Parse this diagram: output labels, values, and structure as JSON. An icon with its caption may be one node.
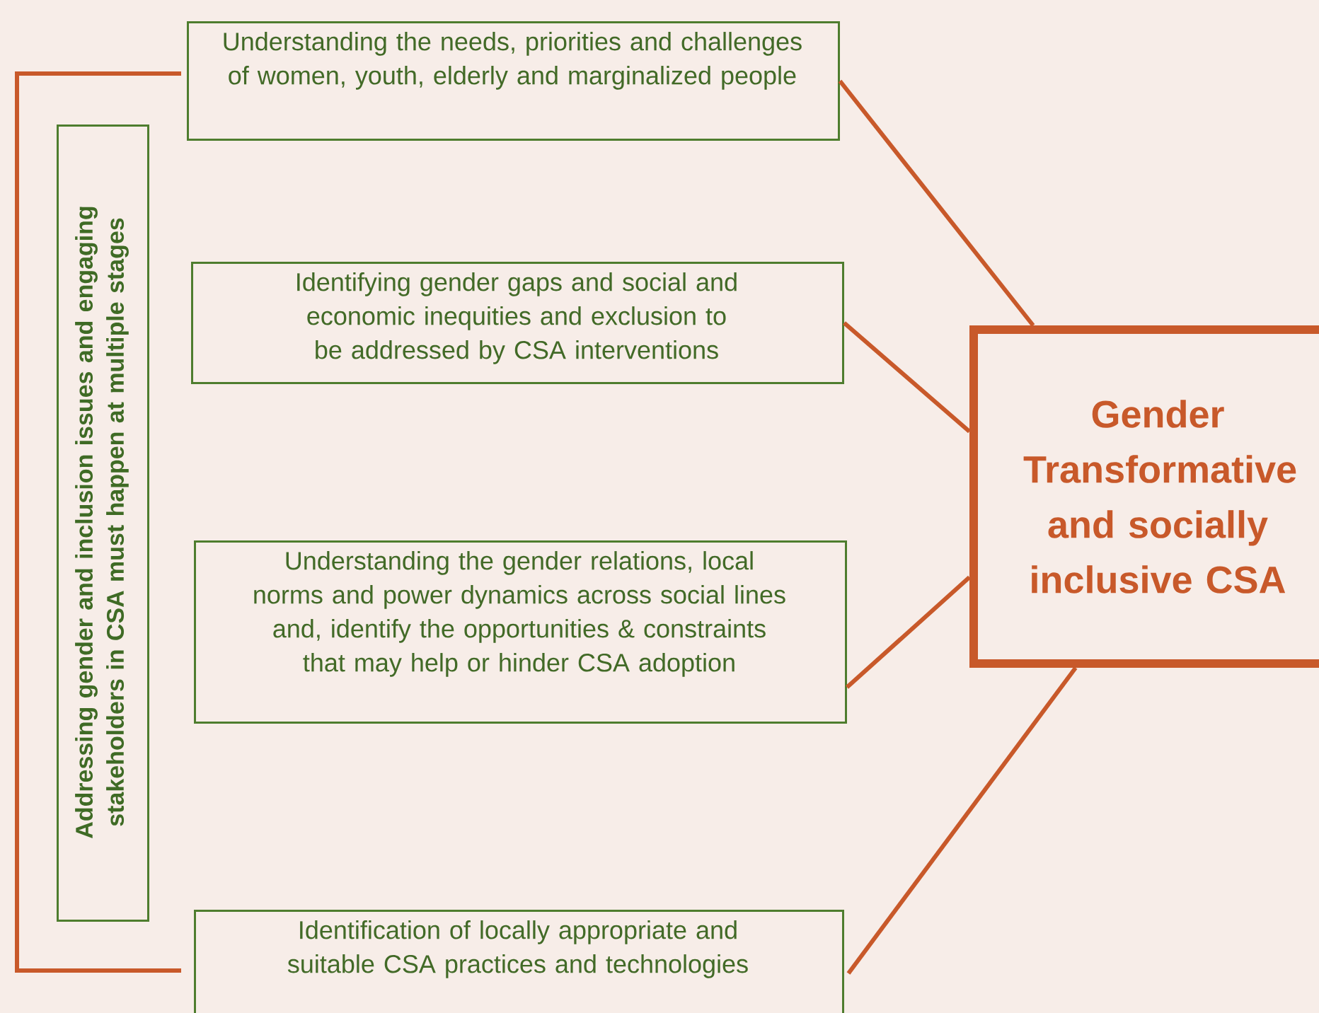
{
  "diagram": {
    "nodes": [
      {
        "text": [
          "Understanding the needs, priorities and challenges of women, youth, elderly and marginalized people"
        ]
      },
      {
        "text": [
          "Addressing gender and inclusion issues and engaging stakeholders in CSA must happen at multiple stages"
        ]
      },
      {
        "text": [
          "Identifying gender gaps and social and economic inequities and exclusion to be addressed by CSA interventions"
        ]
      },
      {
        "text": [
          "Understanding the gender relations, local norms and power dynamics across social lines and, identify the opportunities & constraints that may help or hinder CSA adoption"
        ]
      },
      {
        "text": [
          "Identification of locally appropriate and suitable CSA practices and technologies"
        ]
      },
      {
        "text": [
          "Gender Transformative and socially inclusive CSA"
        ]
      }
    ],
    "edges": [
      {
        "from": 0,
        "to": 5,
        "arrow": "none"
      },
      {
        "from": 2,
        "to": 5,
        "arrow": "none"
      },
      {
        "from": 3,
        "to": 5,
        "arrow": "none"
      },
      {
        "from": 4,
        "to": 5,
        "arrow": "none"
      }
    ]
  }
}
